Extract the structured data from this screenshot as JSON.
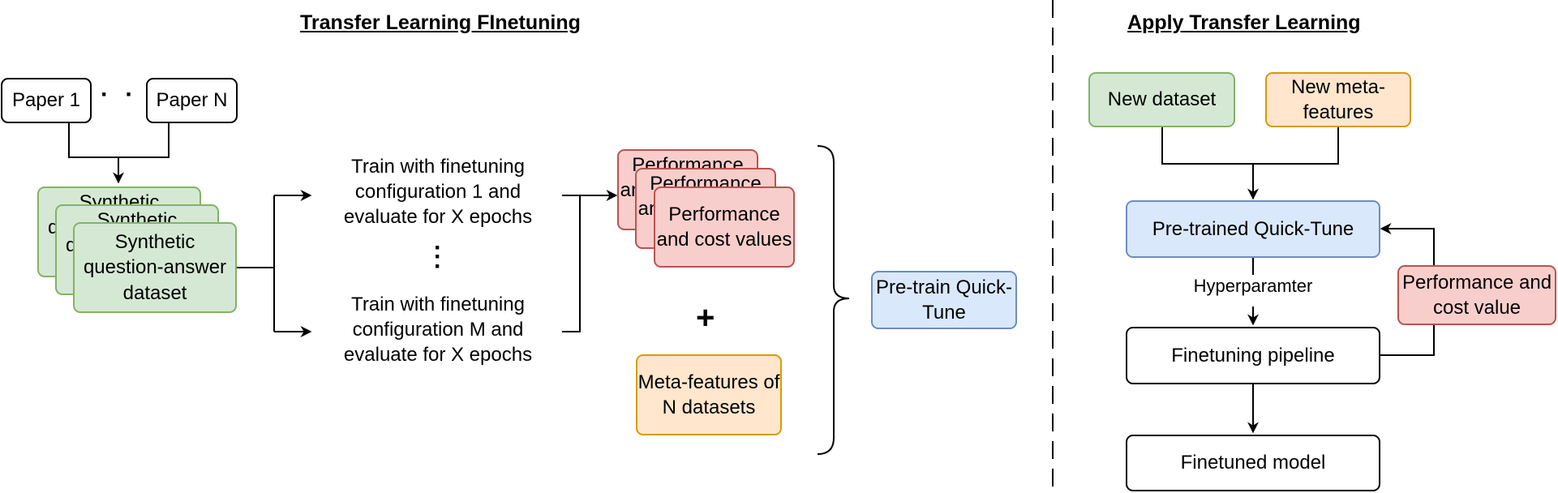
{
  "titles": {
    "left": "Transfer Learning FInetuning",
    "right": "Apply Transfer Learning"
  },
  "left": {
    "paper_first": "Paper 1",
    "paper_last": "Paper N",
    "paper_ellipsis": "· · ·",
    "dataset_stack": [
      "Synthetic question-answer dataset",
      "Synthetic question-answer dataset",
      "Synthetic question-answer dataset"
    ],
    "train_top": "Train with finetuning configuration 1 and evaluate for X epochs",
    "train_ellipsis": "·\n·\n·",
    "train_bottom": "Train with finetuning configuration M and evaluate for X epochs",
    "perf_stack": [
      "Performance and cost values",
      "Performance and cost values",
      "Performance and cost values"
    ],
    "plus": "+",
    "meta_features": "Meta-features of N datasets",
    "pretrain": "Pre-train Quick-Tune"
  },
  "right": {
    "new_dataset": "New dataset",
    "new_meta": "New meta-features",
    "pretrained": "Pre-trained Quick-Tune",
    "edge_label": "Hyperparamter",
    "pipeline": "Finetuning pipeline",
    "perf_value": "Performance and cost value",
    "finetuned": "Finetuned model"
  },
  "colors": {
    "green_fill": "#d5e8d4",
    "green_stroke": "#82b366",
    "red_fill": "#f8cecc",
    "red_stroke": "#b85450",
    "orange_fill": "#ffe6cc",
    "orange_stroke": "#d79b00",
    "blue_fill": "#dae8fc",
    "blue_stroke": "#6c8ebf"
  }
}
